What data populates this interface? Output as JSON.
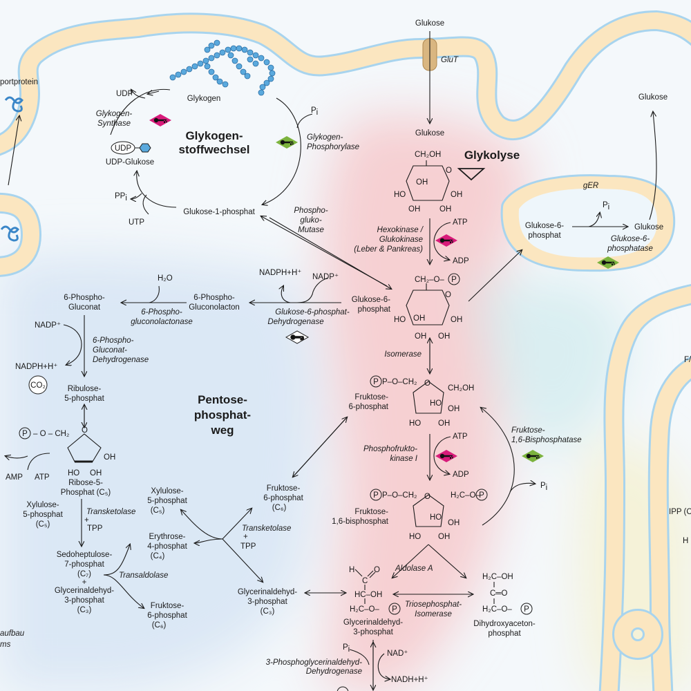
{
  "colors": {
    "membrane": "#fbe6c0",
    "membrane_edge": "#a8d4ee",
    "glycolysis_zone": "#f6cdd0",
    "pentose_zone": "#d8e6f4",
    "magenta_key": "#d81b7a",
    "green_key": "#7cb33e"
  },
  "icons": [
    "key-icon",
    "key-icon",
    "key-icon",
    "key-icon",
    "key-icon",
    "key-icon",
    "glycogen-chain-icon",
    "protein-coil-icon",
    "protein-coil-icon",
    "udp-icon"
  ],
  "top": {
    "glucose_ext": "Glukose",
    "glut": "GluT",
    "glucose_in": "Glukose",
    "transport_protein": "portprotein"
  },
  "glycogen": {
    "title_line1": "Glykogen-",
    "title_line2": "stoffwechsel",
    "glykogen": "Glykogen",
    "udp": "UDP",
    "synthase_line1": "Glykogen-",
    "synthase_line2": "Synthase",
    "udp_label": "UDP",
    "udp_glukose": "UDP-Glukose",
    "ppi": "PP",
    "ppi_sub": "i",
    "utp": "UTP",
    "g1p": "Glukose-1-phosphat",
    "pi": "P",
    "pi_sub": "i",
    "phosphorylase_line1": "Glykogen-",
    "phosphorylase_line2": "Phosphorylase",
    "mutase_line1": "Phospho-",
    "mutase_line2": "gluko-",
    "mutase_line3": "Mutase"
  },
  "glycolysis": {
    "title": "Glykolyse",
    "ch2oh": "CH₂OH",
    "ho": "HO",
    "oh": "OH",
    "o": "O",
    "oh_b": "OH",
    "ho_c": "HO",
    "oh_c": "OH",
    "oh_d": "OH",
    "hexokinase_line1": "Hexokinase /",
    "hexokinase_line2": "Glukokinase",
    "hexokinase_line3": "(Leber & Pankreas)",
    "atp1": "ATP",
    "adp1": "ADP",
    "g6p_line1": "Glukose-6-",
    "g6p_line2": "phosphat",
    "ch2o": "CH₂–O–",
    "p": "P",
    "isomerase": "Isomerase",
    "f6p_line1": "Fruktose-",
    "f6p_line2": "6-phosphat",
    "pock2": "P–O–CH₂",
    "ch2oh2": "CH₂OH",
    "pfk_line1": "Phosphofrukto-",
    "pfk_line2": "kinase I",
    "atp2": "ATP",
    "adp2": "ADP",
    "fbpase_line1": "Fruktose-",
    "fbpase_line2": "1,6-Bisphosphatase",
    "pi_fb": "P",
    "pi_fb_sub": "i",
    "f16bp_line1": "Fruktose-",
    "f16bp_line2": "1,6-bisphosphat",
    "h2co": "H₂C–O–",
    "aldolase": "Aldolase A",
    "gap_h": "H",
    "gap_c": "C",
    "gap_o": "O",
    "gap_hc": "HC–OH",
    "gap_h2c": "H₂C–O–",
    "gap_line1": "Glycerinaldehyd-",
    "gap_line2": "3-phosphat",
    "tim_line1": "Triosephosphat-",
    "tim_line2": "Isomerase",
    "dhap_h2c": "H₂C–OH",
    "dhap_c": "C═O",
    "dhap_h2c2": "H₂C–O–",
    "dhap_line1": "Dihydroxyaceton-",
    "dhap_line2": "phosphat",
    "gapdh_line1": "3-Phosphoglycerinaldehyd-",
    "gapdh_line2": "Dehydrogenase",
    "pi_g": "P",
    "pi_g_sub": "i",
    "nad": "NAD⁺",
    "nadh": "NADH+H⁺"
  },
  "er": {
    "label": "gER",
    "g6p_line1": "Glukose-6-",
    "g6p_line2": "phosphat",
    "pi": "P",
    "pi_sub": "i",
    "glucose": "Glukose",
    "phosphatase_line1": "Glukose-6-",
    "phosphatase_line2": "phosphatase",
    "glucose_out": "Glukose"
  },
  "pentose": {
    "title_line1": "Pentose-",
    "title_line2": "phosphat-",
    "title_line3": "weg",
    "nadph": "NADPH+H⁺",
    "nadp": "NADP⁺",
    "g6pdh_line1": "Glukose-6-phosphat-",
    "g6pdh_line2": "Dehydrogenase",
    "lacton_line1": "6-Phospho-",
    "lacton_line2": "Gluconolacton",
    "h2o": "H₂O",
    "lactonase_line1": "6-Phospho-",
    "lactonase_line2": "gluconolactonase",
    "gluconat_line1": "6-Phospho-",
    "gluconat_line2": "Gluconat",
    "nadp2": "NADP⁺",
    "nadph2": "NADPH+H⁺",
    "pgdh_line1": "6-Phospho-",
    "pgdh_line2": "Gluconat-",
    "pgdh_line3": "Dehydrogenase",
    "co2": "CO₂",
    "ru5p_line1": "Ribulose-",
    "ru5p_line2": "5-phosphat",
    "rib_p": "P",
    "rib_o": "– O – CH₂",
    "rib_ring_o": "O",
    "rib_oh1": "OH",
    "rib_oh2": "OH",
    "rib_ho": "HO",
    "r5p_line1": "Ribose-5-",
    "r5p_line2": "Phosphat (C₅)",
    "amp": "AMP",
    "atp": "ATP",
    "xu5p_left_line1": "Xylulose-",
    "xu5p_left_line2": "5-phosphat",
    "xu5p_left_line3": "(C₅)",
    "tk_line1": "Transketolase",
    "tk_line2": "+",
    "tk_line3": "TPP",
    "s7p_line1": "Sedoheptulose-",
    "s7p_line2": "7-phosphat",
    "s7p_line3": "(C₇)",
    "plus": "+",
    "gap_left_line1": "Glycerinaldehyd-",
    "gap_left_line2": "3-phosphat",
    "gap_left_line3": "(C₃)",
    "transaldolase": "Transaldolase",
    "xu5p_mid_line1": "Xylulose-",
    "xu5p_mid_line2": "5-phosphat",
    "xu5p_mid_line3": "(C₅)",
    "e4p_line1": "Erythrose-",
    "e4p_line2": "4-phosphat",
    "e4p_line3": "(C₄)",
    "f6p_low_line1": "Fruktose-",
    "f6p_low_line2": "6-phosphat",
    "f6p_low_line3": "(C₆)",
    "f6p_mid_line1": "Fruktose-",
    "f6p_mid_line2": "6-phosphat",
    "f6p_mid_line3": "(C₆)",
    "tk2_line1": "Transketolase",
    "tk2_line2": "+",
    "tk2_line3": "TPP",
    "gap_mid_line1": "Glycerinaldehyd-",
    "gap_mid_line2": "3-phosphat",
    "gap_mid_line3": "(C₃)"
  },
  "edge": {
    "aufbau": "aufbau",
    "ms": "ms",
    "fa": "F/",
    "ipp": "IPP (C",
    "h2": "H"
  }
}
